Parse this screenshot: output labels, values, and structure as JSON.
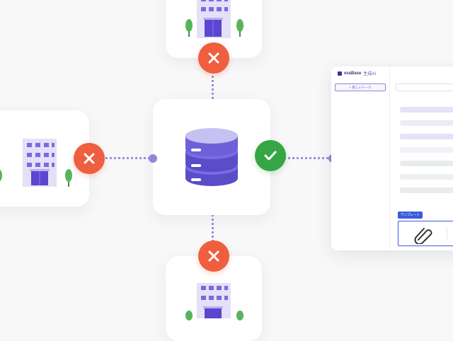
{
  "colors": {
    "accent": "#7b6ee0",
    "deny": "#ef5e3e",
    "allow": "#36a543",
    "brand_blue": "#3b5bdb"
  },
  "icons": {
    "building": "building-icon",
    "database": "database-icon",
    "deny": "close-icon",
    "allow": "check-icon",
    "attachment": "paperclip-icon"
  },
  "connections": {
    "top_building": "denied",
    "left_building": "denied",
    "bottom_building": "denied",
    "app": "allowed"
  },
  "app": {
    "brand_name": "exaBase",
    "brand_suffix": "生成AI",
    "new_talk_label": "+ 新しいトーク",
    "template_label": "テンプレート",
    "select_chevron": "⌄"
  }
}
